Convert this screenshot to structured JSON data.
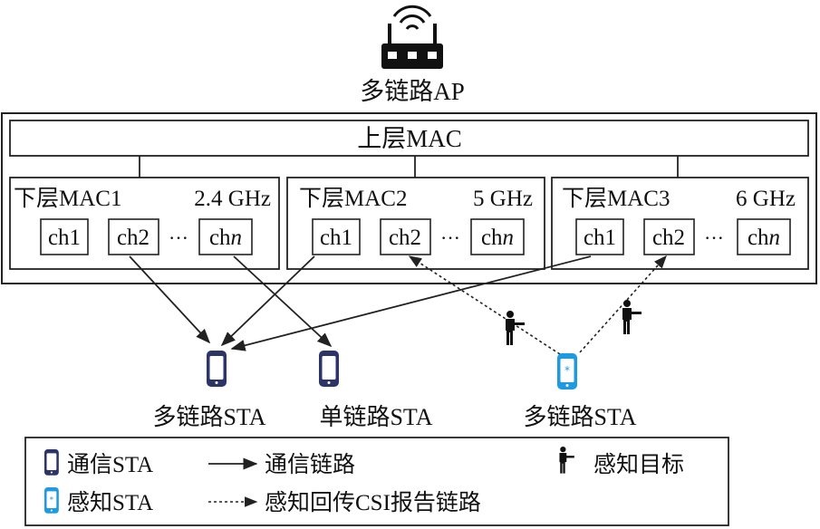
{
  "ap": {
    "label": "多链路AP",
    "icon": "wifi-router-icon"
  },
  "upper_mac": {
    "label": "上层MAC"
  },
  "lower_macs": [
    {
      "name": "下层MAC1",
      "band": "2.4 GHz",
      "channels": [
        "ch1",
        "ch2",
        "···",
        "chn"
      ]
    },
    {
      "name": "下层MAC2",
      "band": "5 GHz",
      "channels": [
        "ch1",
        "ch2",
        "···",
        "chn"
      ]
    },
    {
      "name": "下层MAC3",
      "band": "6 GHz",
      "channels": [
        "ch1",
        "ch2",
        "···",
        "chn"
      ]
    }
  ],
  "stations": [
    {
      "label": "多链路STA",
      "kind": "communication",
      "color": "#2d3566"
    },
    {
      "label": "单链路STA",
      "kind": "communication",
      "color": "#2d3566"
    },
    {
      "label": "多链路STA",
      "kind": "sensing",
      "color": "#1e9be0"
    }
  ],
  "legend": {
    "comm_sta": "通信STA",
    "comm_link": "通信链路",
    "target": "感知目标",
    "sense_sta": "感知STA",
    "sense_link": "感知回传CSI报告链路"
  },
  "colors": {
    "comm_phone": "#2d3566",
    "sense_phone": "#1e9be0",
    "line": "#222222"
  }
}
